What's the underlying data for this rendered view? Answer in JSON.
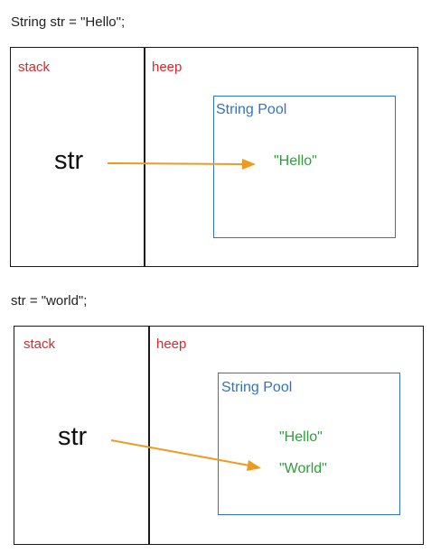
{
  "colors": {
    "area_label": "#e0262b",
    "pool_border": "#2f73c4",
    "pool_label": "#2f73c4",
    "string_value": "#2f9e3a",
    "arrow": "#ee9a1e",
    "panel_border": "#1a1a1a"
  },
  "diagram1": {
    "code": "String str = \"Hello\";",
    "stack_label": "stack",
    "heap_label": "heep",
    "pool_label": "String Pool",
    "variable": "str",
    "values": [
      "\"Hello\""
    ]
  },
  "diagram2": {
    "code": "str = \"world\";",
    "stack_label": "stack",
    "heap_label": "heep",
    "pool_label": "String Pool",
    "variable": "str",
    "values": [
      "\"Hello\"",
      "\"World\""
    ]
  }
}
